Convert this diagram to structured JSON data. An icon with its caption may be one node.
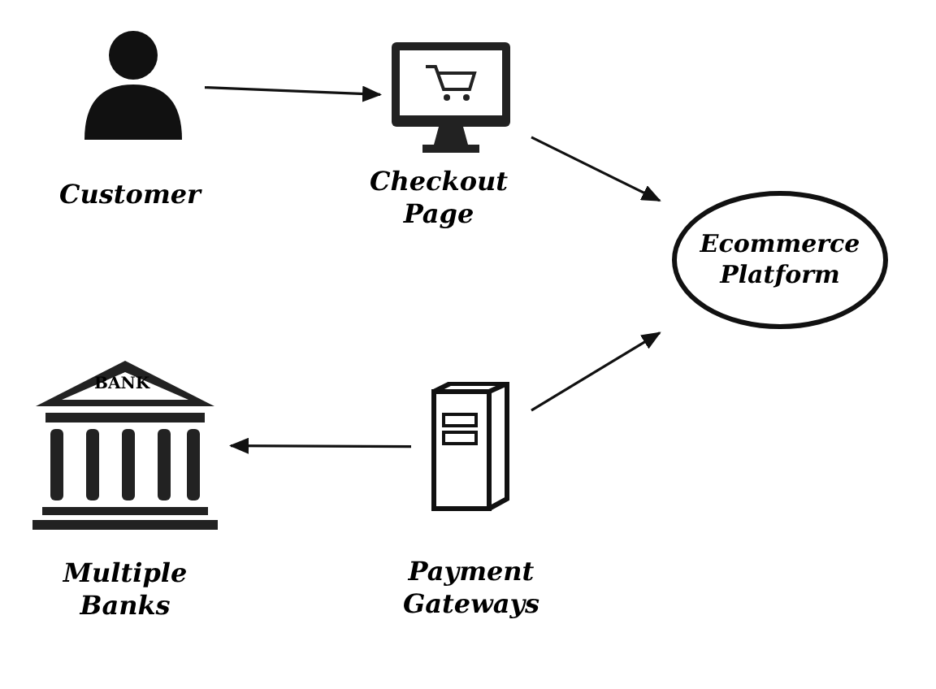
{
  "diagram": {
    "nodes": [
      {
        "text": [
          "Customer"
        ]
      },
      {
        "text": [
          "Checkout Page"
        ]
      },
      {
        "text": [
          "Ecommerce Platform"
        ]
      },
      {
        "text": [
          "Payment Gateways"
        ]
      },
      {
        "text": [
          "Multiple Banks"
        ]
      }
    ],
    "edges": [
      {
        "from": 0,
        "to": 1,
        "arrow": "to"
      },
      {
        "from": 1,
        "to": 2,
        "arrow": "to"
      },
      {
        "from": 3,
        "to": 2,
        "arrow": "to"
      },
      {
        "from": 3,
        "to": 4,
        "arrow": "to"
      }
    ],
    "labels": [
      "BANK"
    ]
  }
}
